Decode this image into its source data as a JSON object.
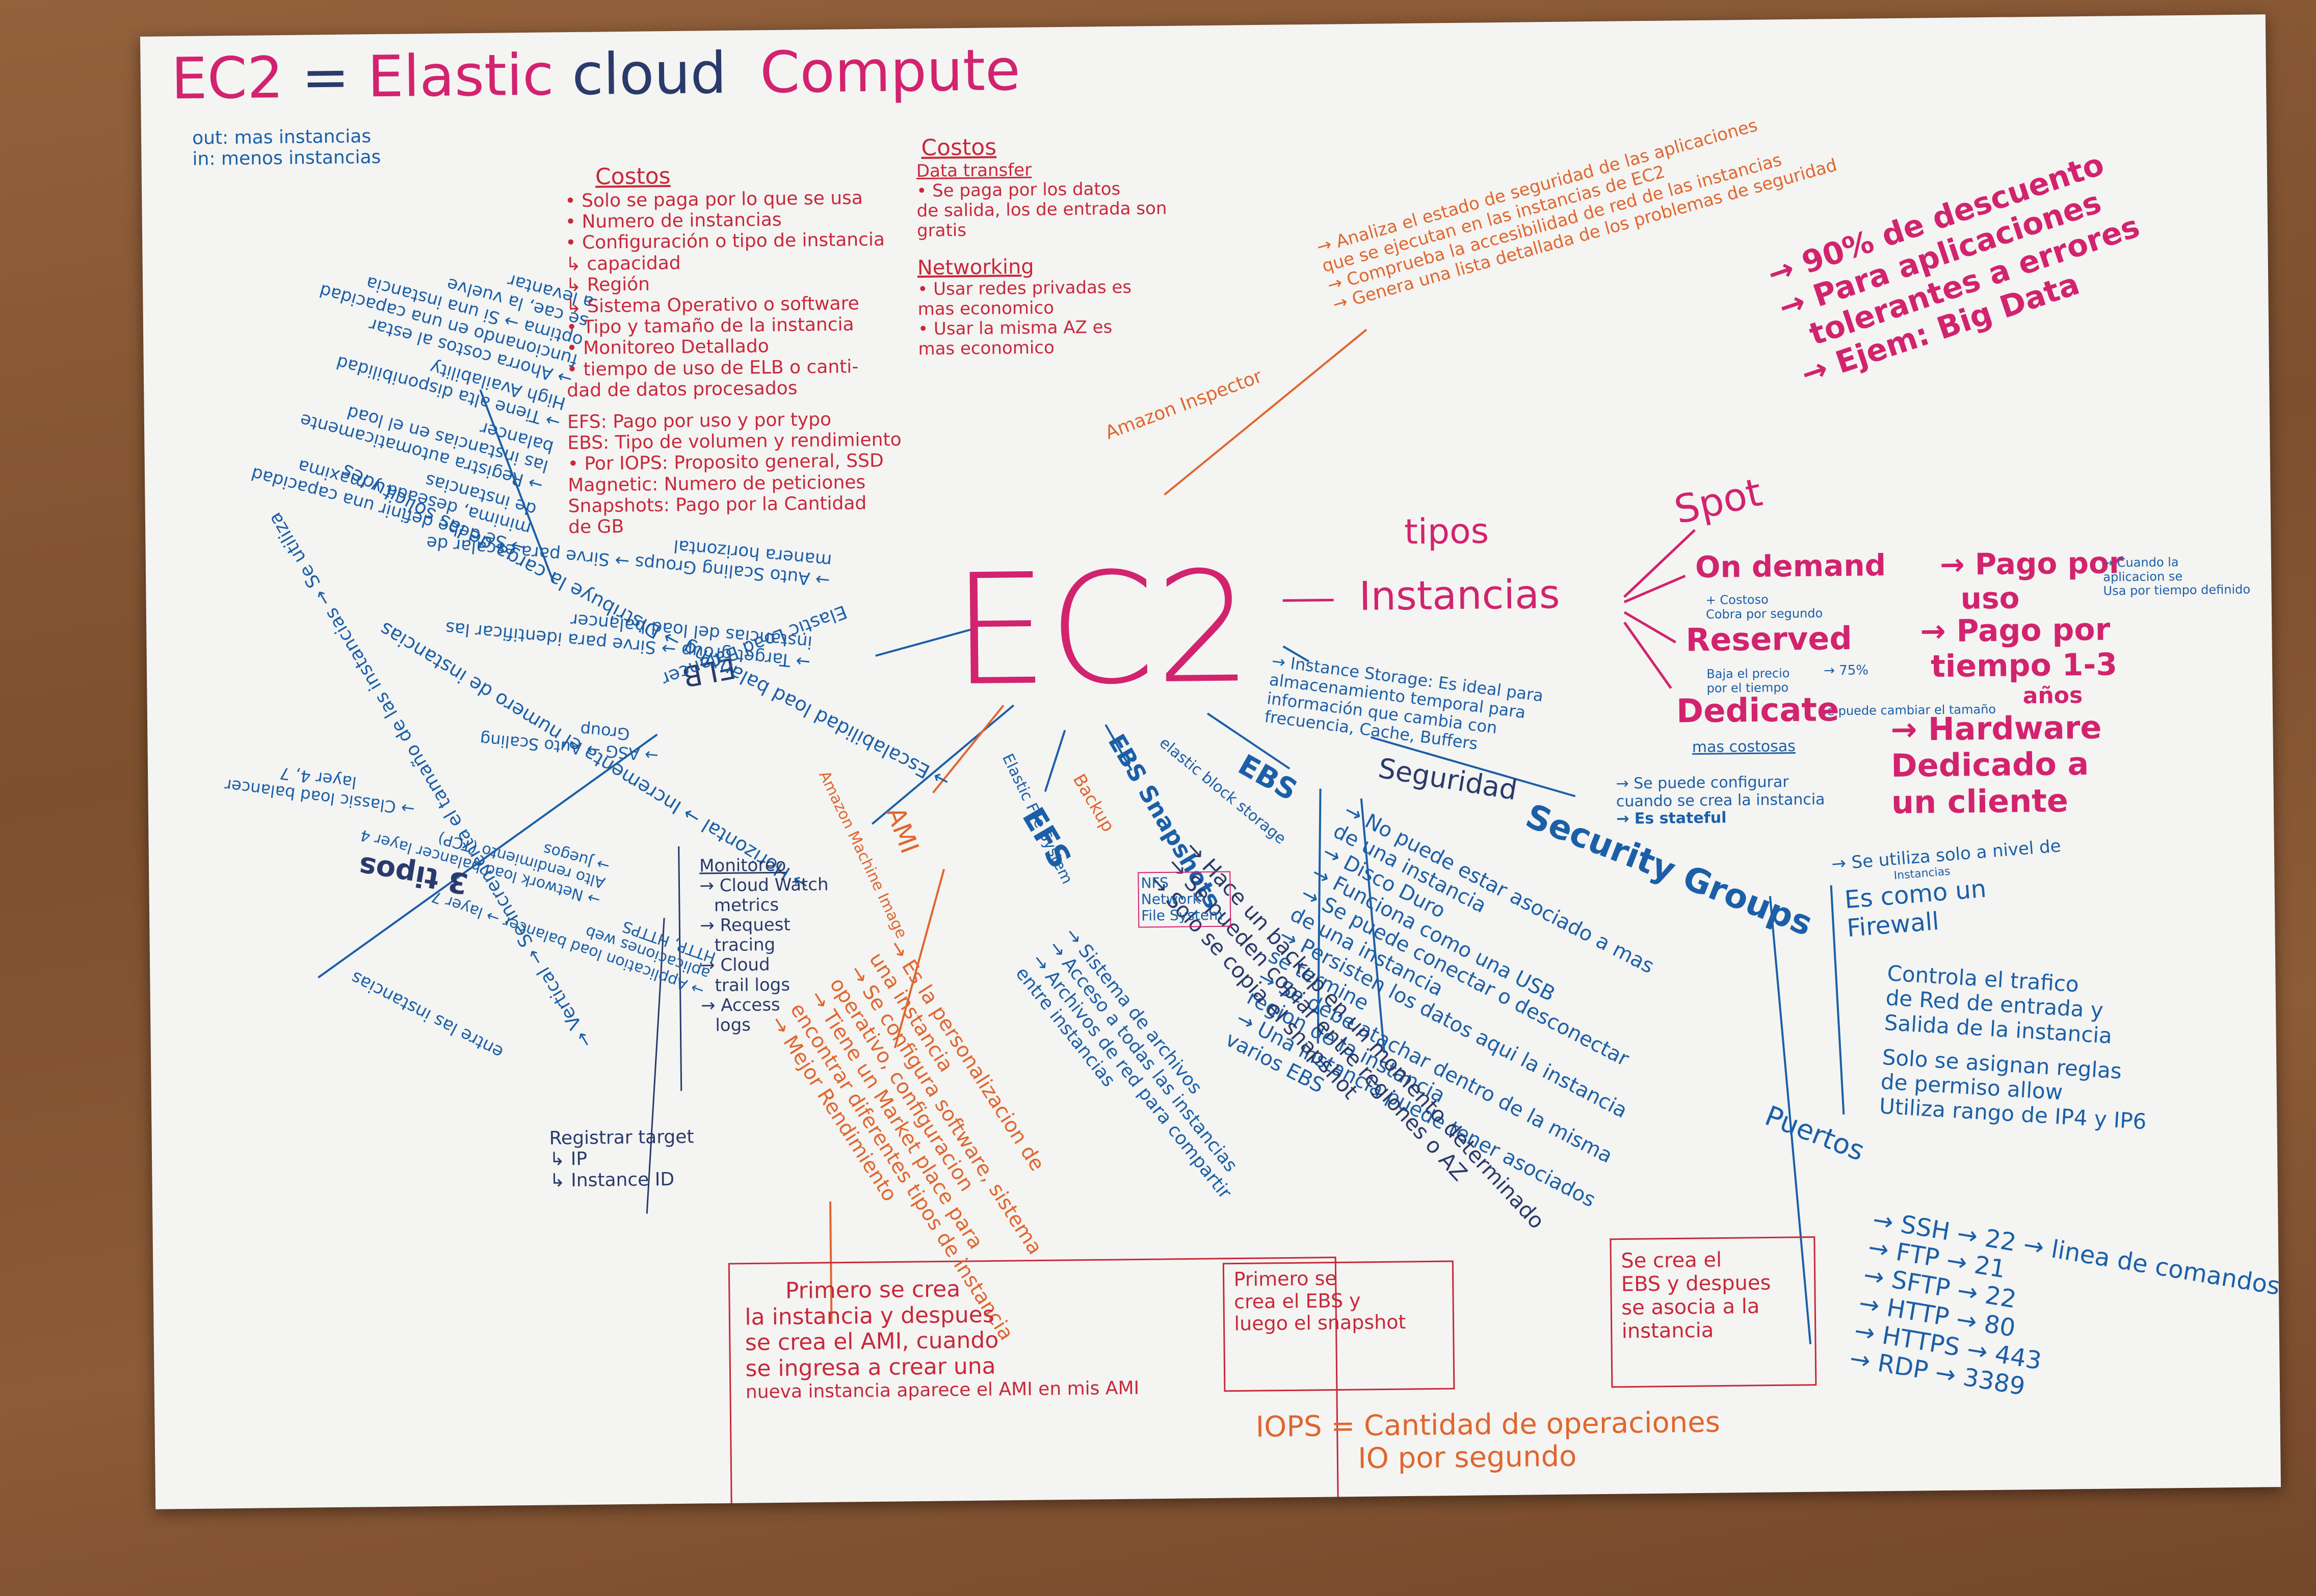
{
  "title": {
    "ec2": "EC2",
    "eq": "=",
    "elastic": "Elastic",
    "cloud": "cloud",
    "compute": "Compute"
  },
  "center": "EC2",
  "out_in": [
    "out: mas instancias",
    "in: menos instancias"
  ],
  "costos1": {
    "heading": "Costos",
    "items": [
      "• Solo se paga por lo que se usa",
      "• Numero de instancias",
      "• Configuración o tipo de instancia",
      "↳ capacidad",
      "↳ Región",
      "↳ Sistema Operativo o software",
      "• Tipo y tamaño de la instancia",
      "• Monitoreo Detallado",
      "• tiempo de uso de ELB o canti-",
      "dad de datos procesados"
    ],
    "efs": "EFS: Pago por uso y por typo",
    "ebs": "EBS: Tipo de volumen y rendimiento",
    "ebs2": "• Por IOPS: Proposito general, SSD",
    "ebs3": "Magnetic: Numero de peticiones",
    "ebs4": "Snapshots: Pago por la Cantidad",
    "ebs5": "de GB"
  },
  "costos2": {
    "heading": "Costos",
    "sub1": "Data transfer",
    "items1": [
      "• Se paga por los datos",
      "de salida, los de entrada son",
      "gratis"
    ],
    "sub2": "Networking",
    "items2": [
      "• Usar redes privadas es",
      "mas economico",
      "• Usar la misma AZ es",
      "mas economico"
    ]
  },
  "inspector": {
    "label": "Amazon Inspector",
    "items": [
      "→ Analiza el estado de seguridad de las aplicaciones",
      "que se ejecutan en las instancias de EC2",
      "→ Comprueba la accesibilidad de red de las instancias",
      "→ Genera una lista detallada de los problemas de seguridad"
    ]
  },
  "tipos": {
    "label1": "tipos",
    "label2": "Instancias",
    "spot": "Spot",
    "spot_items": [
      "→ 90% de descuento",
      "→ Para aplicaciones",
      "tolerantes a errores",
      "→ Ejem: Big Data"
    ],
    "ondemand": "On demand",
    "ondemand_items": [
      "→ Pago por",
      "uso"
    ],
    "ondemand_notes": [
      "+ Costoso",
      "Cobra por segundo",
      "→ Cuando la",
      "aplicacion se",
      "Usa por tiempo definido"
    ],
    "reserved": "Reserved",
    "reserved_items": [
      "→ Pago por",
      "tiempo 1-3",
      "años"
    ],
    "reserved_notes": [
      "Baja el precio",
      "por el tiempo",
      "→ 75%",
      "Se puede cambiar el tamaño"
    ],
    "dedicate": "Dedicate",
    "dedicate_note": "mas costosas",
    "dedicate_items": [
      "→ Hardware",
      "Dedicado a",
      "un cliente"
    ]
  },
  "instance_storage": [
    "→ Instance Storage: Es ideal para",
    "almacenamiento temporal para",
    "información que cambia con",
    "frecuencia, Cache, Buffers"
  ],
  "security": {
    "label1": "Seguridad",
    "label2": "Security Groups",
    "items": [
      "→ Se puede configurar",
      "cuando se crea la instancia",
      "→ Es stateful",
      "→ Se utiliza solo a nivel de",
      "Instancias",
      "Es como un",
      "Firewall",
      "Controla el trafico",
      "de Red de entrada y",
      "Salida de la instancia",
      "Solo se asignan reglas",
      "de permiso allow",
      "Utiliza rango de IP4 y IP6"
    ],
    "puertos": "Puertos",
    "ports": [
      "→ SSH → 22 → linea de comandos",
      "→ FTP → 21",
      "→ SFTP → 22",
      "→ HTTP → 80",
      "→ HTTPS → 443",
      "→ RDP → 3389"
    ]
  },
  "ebs_main": {
    "label": "EBS",
    "sub": "elastic block storage",
    "items": [
      "→ No puede estar asociado a mas",
      "de una instancia",
      "→ Disco Duro",
      "→ Funciona como una USB",
      "→ Se puede conectar o desconectar",
      "de una instancia",
      "→ Persisten los datos aqui la instancia",
      "se termine",
      "→ Se debe atachar dentro de la misma",
      "region de la instancia",
      "→ Una instancia puede tener asociados",
      "varios EBS"
    ],
    "box": [
      "Se crea el",
      "EBS y despues",
      "se asocia a la",
      "instancia"
    ]
  },
  "snapshots": {
    "label": "EBS Snapshots",
    "sub": "Backup",
    "items": [
      "→ Hace un backup en un momento determinado",
      "→ Se pueden copiar entre regiones o AZ",
      "→ Solo se copia el snapshot"
    ],
    "box": [
      "Primero se",
      "crea el EBS y",
      "luego el snapshot"
    ]
  },
  "efs": {
    "label": "EFS",
    "sub": "Elastic File System",
    "nfs": "NFS Network File System",
    "items": [
      "→ Sistema de archivos",
      "→ Acceso a todas las instancias",
      "→ Archivos de red para compartir",
      "entre instancias"
    ]
  },
  "ami": {
    "label": "AMI",
    "sub": "Amazon Machine Image",
    "items": [
      "→ Es la personalizacion de",
      "una instancia",
      "→ Se configura software, sistema",
      "operativo, configuracion",
      "→ Tiene un Market place para",
      "encontrar diferentes tipos de instancia",
      "→ Mejor Rendimiento"
    ],
    "box": [
      "Primero se crea",
      "la instancia y despues",
      "se crea el AMI, cuando",
      "se ingresa a crear una",
      "nueva instancia aparece el AMI en mis AMI"
    ]
  },
  "iops": [
    "IOPS = Cantidad de operaciones",
    "IO por segundo"
  ],
  "elb": {
    "label": "ELB",
    "sub": "Elastic Load Balancer",
    "items": [
      "→ Auto Scaling Groups → Sirve para escalar de",
      "manera horizontal",
      "→ Se debe definir una capacidad",
      "minima, deseada y maxima",
      "de instancias",
      "→ Registra automaticamente",
      "las instancias en el load",
      "balancer",
      "→ Tiene alta disponibilidad",
      "High Availability",
      "→ Ahorra costos al estar",
      "funcionando en una capacidad",
      "optima → Si una instancia",
      "se cae, la vuelve",
      "a levantar",
      "→ Target group → Sirve para identificar las",
      "instancias del load balancer",
      "→ ASG → Auto Scaling",
      "Group"
    ],
    "tipos": "3 tipos",
    "tipos_items": [
      "→ Classic load balancer",
      "layer 4, 7",
      "→ Network load balancer layer 4",
      "Alto rendimiento (TCP)",
      "→ Juegos",
      "→ Application load balancer → layer 7",
      "aplicaciones web",
      "HTTP, HTTPS"
    ],
    "scal": [
      "→ Escalabilidad load balancing → Distribuye la carga de las solicitudes",
      "→ Horizontal → Incrementa el numero de instancias",
      "entre las instancias",
      "→ Vertical → Se incrementa el tamaño de las instancias → Se utiliza"
    ],
    "monitoreo": "Monitoreo",
    "mon_items": [
      "→ Cloud Watch",
      "metrics",
      "→ Request",
      "tracing",
      "→ Cloud",
      "trail logs",
      "→ Access",
      "logs"
    ],
    "register": "Registrar target",
    "reg_items": [
      "↳ IP",
      "↳ Instance ID"
    ]
  }
}
